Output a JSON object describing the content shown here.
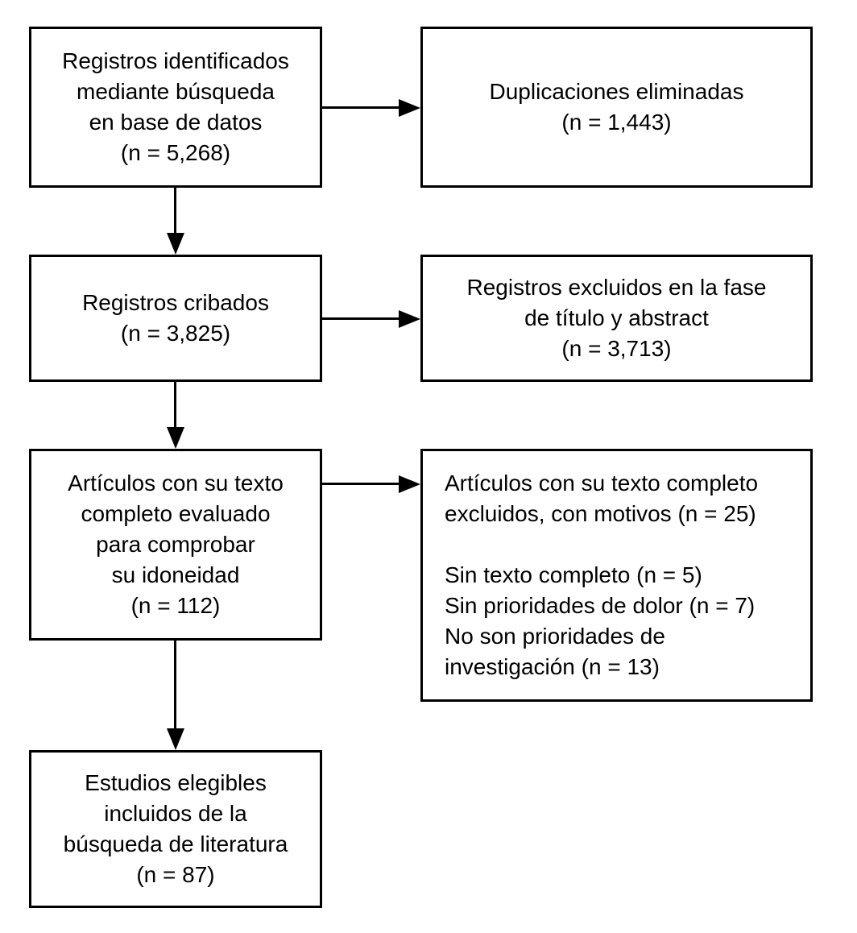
{
  "diagram": {
    "type": "prisma-flow-diagram",
    "language": "es",
    "colors": {
      "border": "#000000",
      "text": "#000000",
      "background": "#ffffff",
      "connector": "#000000"
    },
    "nodes": {
      "identified": {
        "name": "records-identified",
        "align": "center",
        "lines": [
          "Registros identificados",
          "mediante búsqueda",
          "en base de datos",
          "(n = 5,268)"
        ],
        "count_label": "(n = 5,268)",
        "count": 5268
      },
      "duplicates": {
        "name": "duplicates-removed",
        "align": "center",
        "lines": [
          "Duplicaciones eliminadas",
          "(n = 1,443)"
        ],
        "count_label": "(n = 1,443)",
        "count": 1443
      },
      "screened": {
        "name": "records-screened",
        "align": "center",
        "lines": [
          "Registros cribados",
          "(n = 3,825)"
        ],
        "count_label": "(n = 3,825)",
        "count": 3825
      },
      "excluded_title_abstract": {
        "name": "records-excluded-title-abstract",
        "align": "center",
        "lines": [
          "Registros excluidos en la fase",
          "de título y abstract",
          "(n = 3,713)"
        ],
        "count_label": "(n = 3,713)",
        "count": 3713
      },
      "fulltext_assessed": {
        "name": "fulltext-articles-assessed",
        "align": "center",
        "lines": [
          "Artículos con su texto",
          "completo evaluado",
          "para comprobar",
          "su idoneidad",
          "(n = 112)"
        ],
        "count_label": "(n = 112)",
        "count": 112
      },
      "fulltext_excluded": {
        "name": "fulltext-articles-excluded",
        "align": "left",
        "lines": [
          "Artículos con su texto completo",
          "excluidos, con motivos (n = 25)",
          "",
          "Sin texto completo (n = 5)",
          "Sin prioridades de dolor (n = 7)",
          "No son prioridades de",
          "investigación (n = 13)"
        ],
        "count_label": "(n = 25)",
        "count": 25,
        "reasons": [
          {
            "label": "Sin texto completo",
            "count_label": "(n = 5)",
            "count": 5
          },
          {
            "label": "Sin prioridades de dolor",
            "count_label": "(n = 7)",
            "count": 7
          },
          {
            "label": "No son prioridades de investigación",
            "count_label": "(n = 13)",
            "count": 13
          }
        ]
      },
      "included": {
        "name": "eligible-studies-included",
        "align": "center",
        "lines": [
          "Estudios elegibles",
          "incluidos de la",
          "búsqueda de literatura",
          "(n = 87)"
        ],
        "count_label": "(n = 87)",
        "count": 87
      }
    },
    "connectors": [
      {
        "from": "identified",
        "to": "duplicates",
        "direction": "right"
      },
      {
        "from": "identified",
        "to": "screened",
        "direction": "down"
      },
      {
        "from": "screened",
        "to": "excluded_title_abstract",
        "direction": "right"
      },
      {
        "from": "screened",
        "to": "fulltext_assessed",
        "direction": "down"
      },
      {
        "from": "fulltext_assessed",
        "to": "fulltext_excluded",
        "direction": "right"
      },
      {
        "from": "fulltext_assessed",
        "to": "included",
        "direction": "down"
      }
    ]
  }
}
